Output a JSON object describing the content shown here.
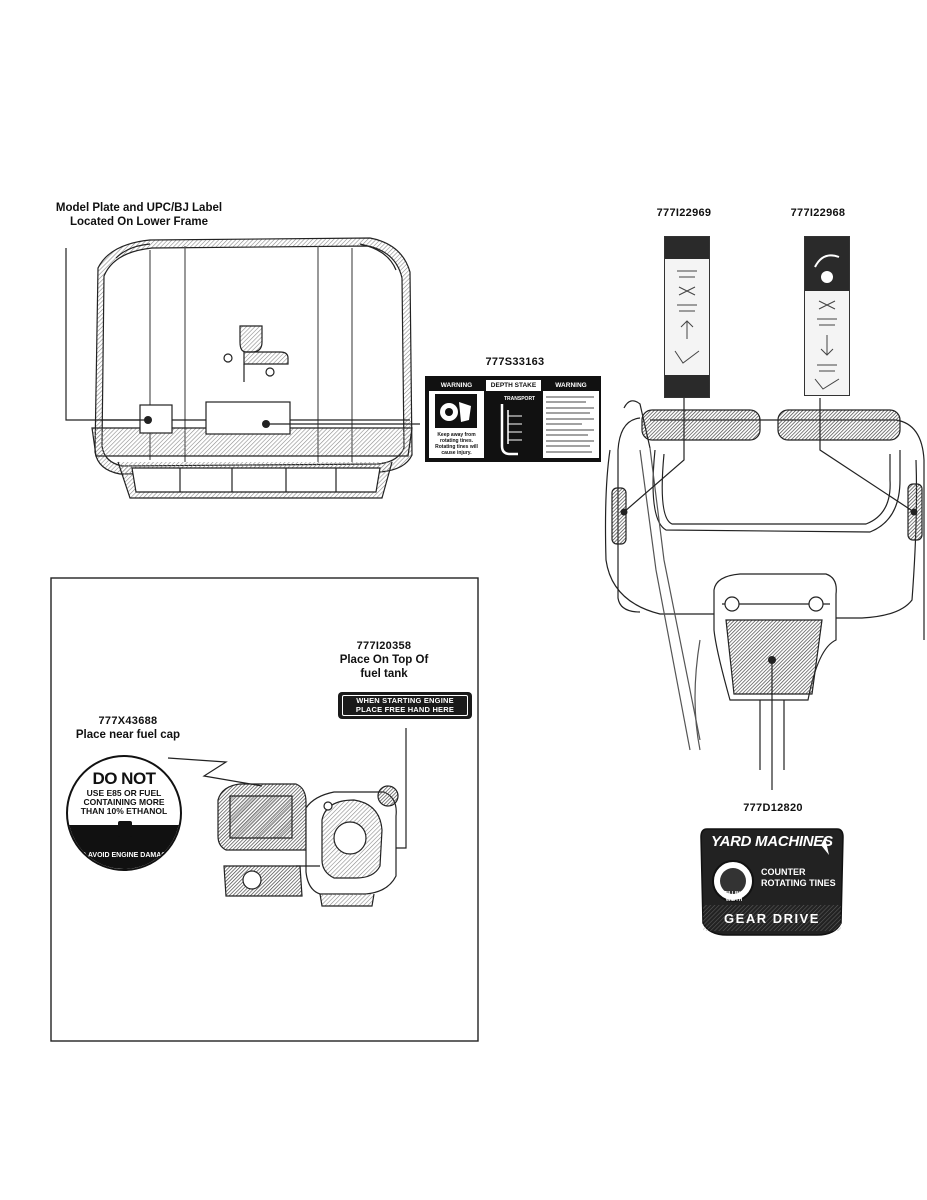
{
  "callouts": {
    "model_plate_line1": "Model Plate and UPC/BJ Label",
    "model_plate_line2": "Located On Lower Frame",
    "part_777i22969": "777I22969",
    "part_777i22968": "777I22968",
    "part_777s33163": "777S33163",
    "part_777i20358": "777I20358",
    "place_top_line1": "Place On Top Of",
    "place_top_line2": "fuel tank",
    "part_777x43688": "777X43688",
    "place_near_fuel_cap": "Place near fuel cap",
    "part_777d12820": "777D12820"
  },
  "decal_777s33163": {
    "left_header": "WARNING",
    "middle_header": "DEPTH STAKE",
    "right_header": "WARNING",
    "left_text": "Keep away from rotating tines. Rotating tines will cause injury.",
    "transport": "TRANSPORT"
  },
  "decal_777i20358": {
    "line1": "WHEN STARTING ENGINE",
    "line2": "PLACE FREE HAND HERE"
  },
  "decal_777x43688": {
    "big": "DO NOT",
    "line1": "USE E85 OR FUEL",
    "line2": "CONTAINING MORE",
    "line3": "THAN 10% ETHANOL",
    "arc": "TO AVOID ENGINE DAMAGE"
  },
  "decal_777d12820": {
    "brand": "YARD MACHINES",
    "sub_line1": "COUNTER",
    "sub_line2": "ROTATING TINES",
    "badge": "TILLING WIDTH",
    "bottom": "GEAR DRIVE"
  },
  "colors": {
    "line": "#222222",
    "decal_dark": "#1a1a1a",
    "paper": "#ffffff",
    "hatch": "#9a9a9a"
  }
}
